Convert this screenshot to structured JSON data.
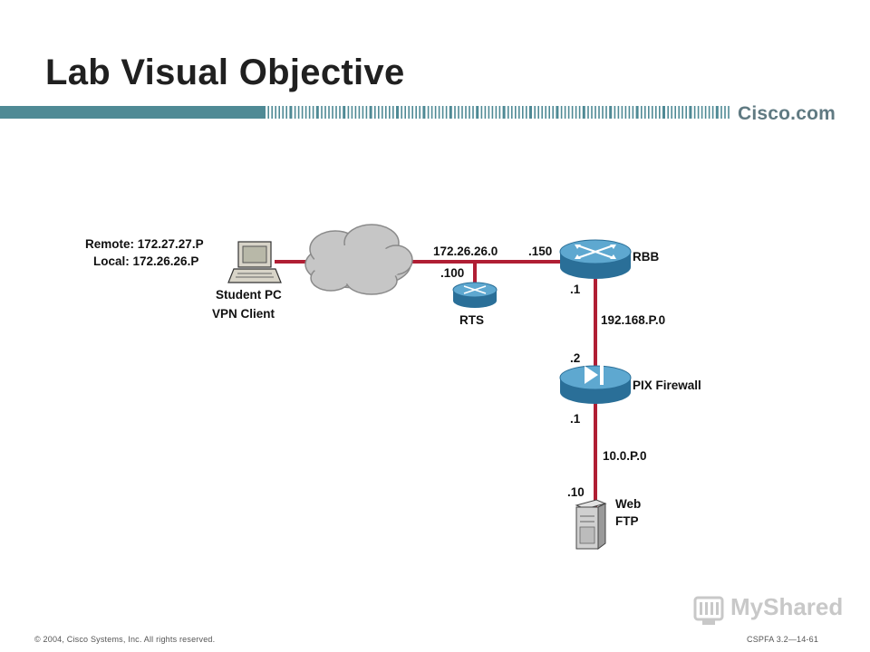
{
  "slide": {
    "title": "Lab Visual Objective",
    "logo_text": "Cisco.com",
    "watermark_text": "MyShared",
    "footer_left": "© 2004, Cisco Systems, Inc. All rights reserved.",
    "footer_right": "CSPFA 3.2—14-61"
  },
  "diagram": {
    "remote_label": "Remote: 172.27.27.P",
    "local_label": "Local: 172.26.26.P",
    "pc_label": "Student PC",
    "vpn_label": "VPN Client",
    "net_top": "172.26.26.0",
    "rts_addr": ".100",
    "rbb_addr": ".150",
    "rts_label": "RTS",
    "rbb_label": "RBB",
    "rbb_lower_addr": ".1",
    "net_mid": "192.168.P.0",
    "pix_upper_addr": ".2",
    "pix_label": "PIX Firewall",
    "pix_lower_addr": ".1",
    "net_bottom": "10.0.P.0",
    "server_addr": ".10",
    "server_label_1": "Web",
    "server_label_2": "FTP"
  },
  "colors": {
    "link": "#b01e34",
    "band": "#4f8a95",
    "device_blue": "#3a86b4",
    "device_top": "#5ea8d0"
  }
}
